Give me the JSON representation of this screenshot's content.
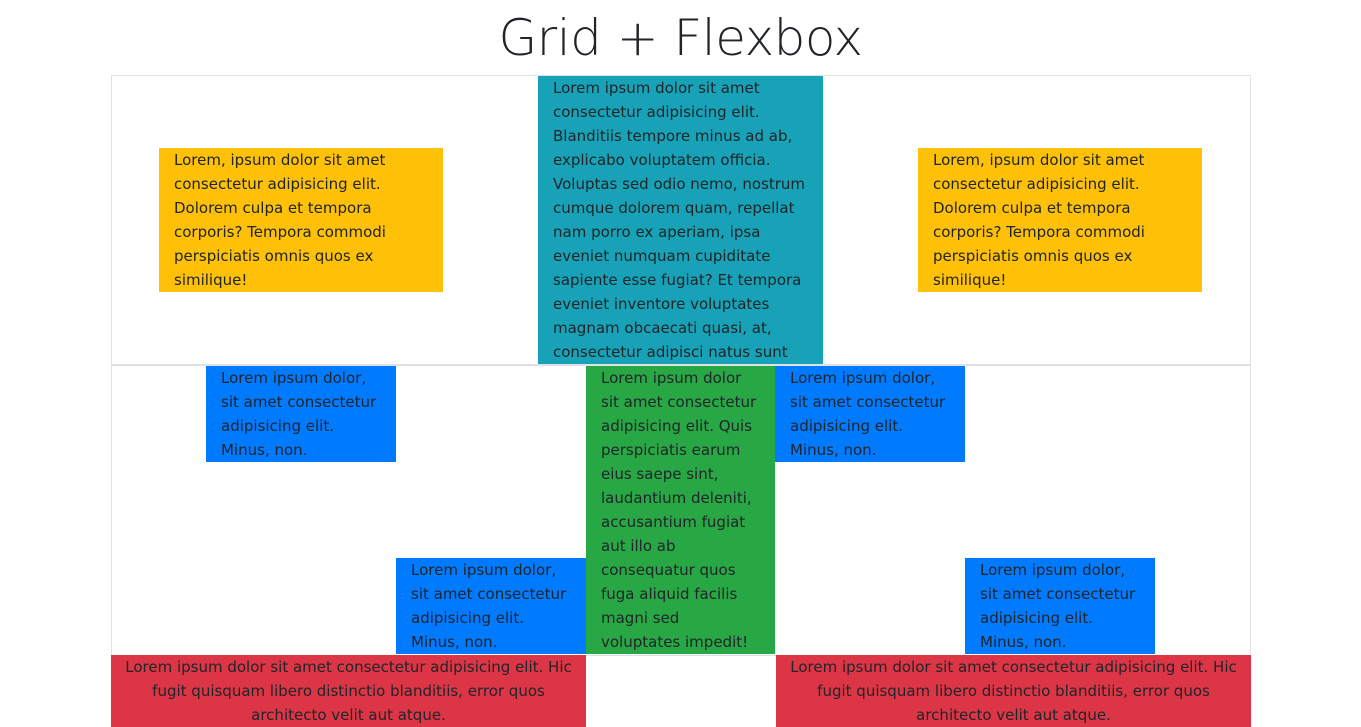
{
  "page": {
    "title": "Grid + Flexbox"
  },
  "colors": {
    "yellow": "#ffc107",
    "teal": "#17a2b8",
    "blue": "#007bff",
    "green": "#28a745",
    "red": "#dc3545",
    "border": "#dee2e6"
  },
  "row1": {
    "left": "Lorem, ipsum dolor sit amet consectetur adipisicing elit. Dolorem culpa et tempora corporis? Tempora commodi perspiciatis omnis quos ex similique!",
    "center": "Lorem ipsum dolor sit amet consectetur adipisicing elit. Blanditiis tempore minus ad ab, explicabo voluptatem officia. Voluptas sed odio nemo, nostrum cumque dolorem quam, repellat nam porro ex aperiam, ipsa eveniet numquam cupiditate sapiente esse fugiat? Et tempora eveniet inventore voluptates magnam obcaecati quasi, at, consectetur adipisci natus sunt blanditiis.",
    "right": "Lorem, ipsum dolor sit amet consectetur adipisicing elit. Dolorem culpa et tempora corporis? Tempora commodi perspiciatis omnis quos ex similique!"
  },
  "row2": {
    "blue_1": "Lorem ipsum dolor, sit amet consectetur adipisicing elit. Minus, non.",
    "blue_2": "Lorem ipsum dolor, sit amet consectetur adipisicing elit. Minus, non.",
    "blue_3": "Lorem ipsum dolor, sit amet consectetur adipisicing elit. Minus, non.",
    "blue_4": "Lorem ipsum dolor, sit amet consectetur adipisicing elit. Minus, non.",
    "green": "Lorem ipsum dolor sit amet consectetur adipisicing elit. Quis perspiciatis earum eius saepe sint, laudantium deleniti, accusantium fugiat aut illo ab consequatur quos fuga aliquid facilis magni sed voluptates impedit!"
  },
  "row3": {
    "left": "Lorem ipsum dolor sit amet consectetur adipisicing elit. Hic fugit quisquam libero distinctio blanditiis, error quos architecto velit aut atque.",
    "right": "Lorem ipsum dolor sit amet consectetur adipisicing elit. Hic fugit quisquam libero distinctio blanditiis, error quos architecto velit aut atque."
  }
}
